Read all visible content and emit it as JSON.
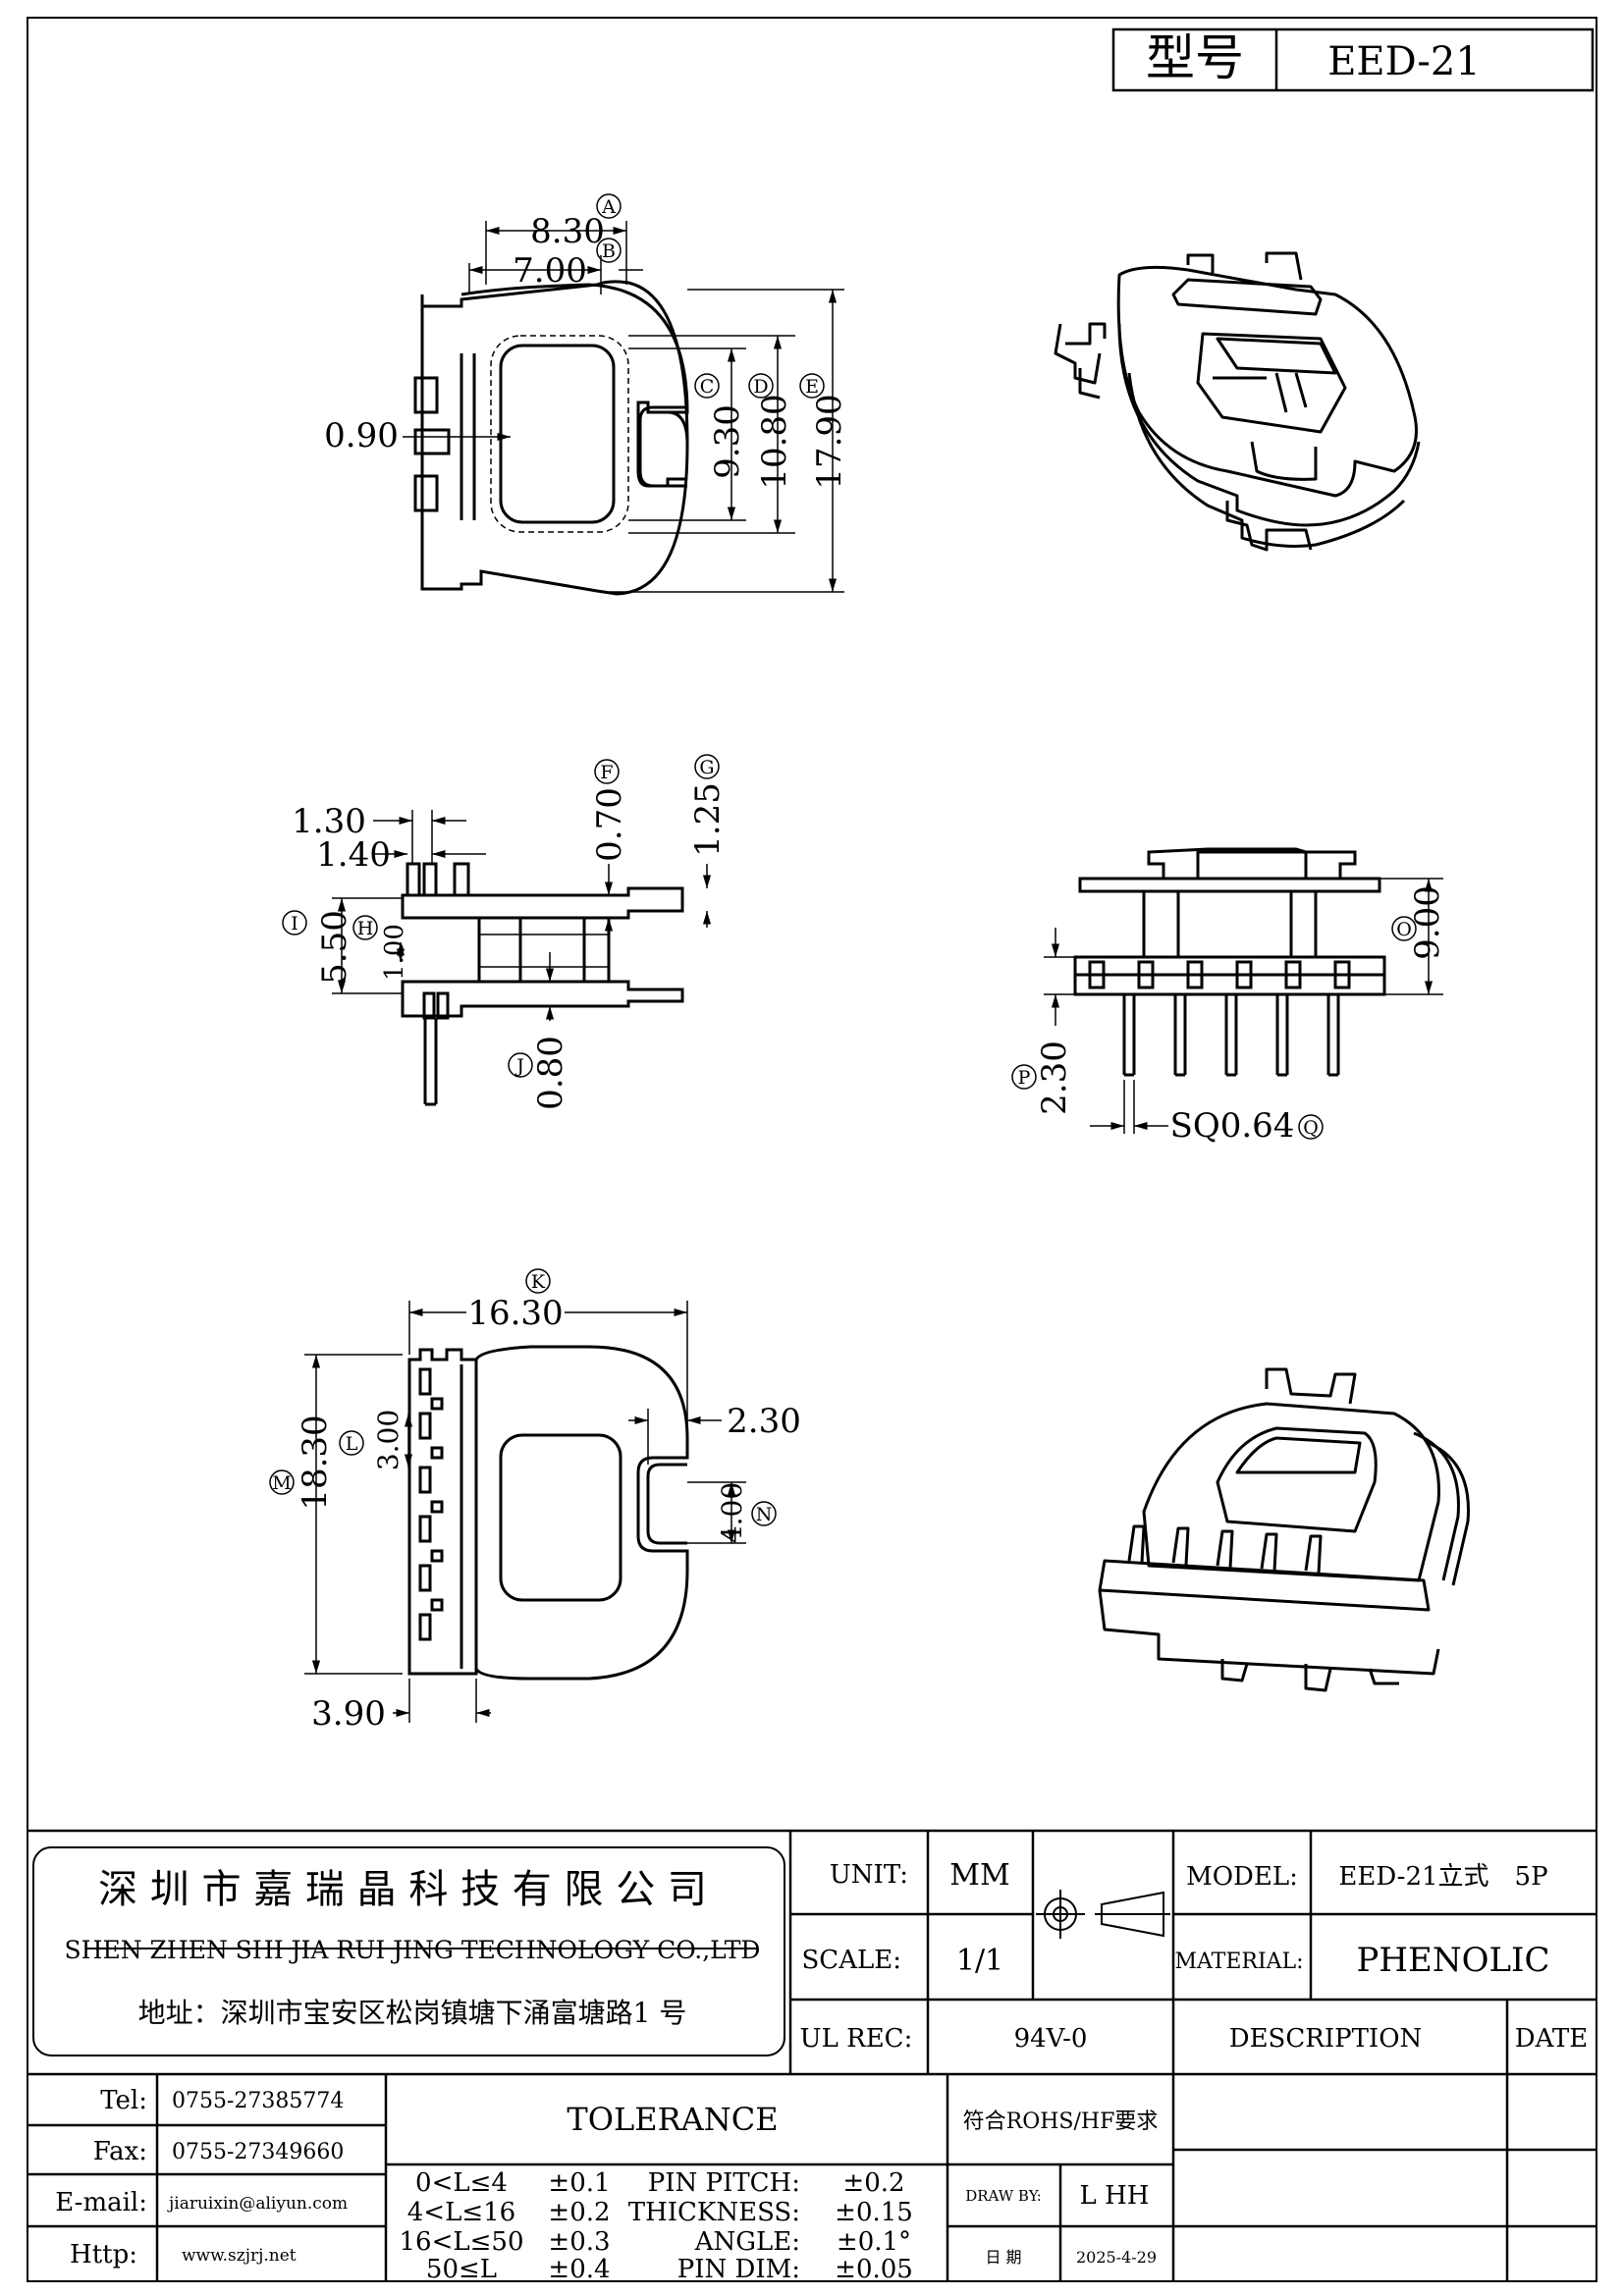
{
  "header": {
    "model_label": "型号",
    "model_value": "EED-21"
  },
  "top_view": {
    "dims": {
      "d830": "8.30",
      "d700": "7.00",
      "d090": "0.90",
      "d930": "9.30",
      "d1080": "10.80",
      "d1790": "17.90"
    },
    "labels": {
      "A": "A",
      "B": "B",
      "C": "C",
      "D": "D",
      "E": "E"
    }
  },
  "side_view": {
    "dims": {
      "d130": "1.30",
      "d140": "1.40",
      "d070": "0.70",
      "d125": "1.25",
      "d550": "5.50",
      "d100": "1.00",
      "d080": "0.80"
    },
    "labels": {
      "F": "F",
      "G": "G",
      "I": "I",
      "H": "H",
      "J": "J"
    }
  },
  "front_view": {
    "dims": {
      "d900": "9.00",
      "d230": "2.30",
      "sq": "SQ0.64"
    },
    "labels": {
      "O": "O",
      "P": "P",
      "Q": "Q"
    }
  },
  "bottom_view": {
    "dims": {
      "d1630": "16.30",
      "d230": "2.30",
      "d1830": "18.30",
      "d300": "3.00",
      "d400": "4.00",
      "d390": "3.90"
    },
    "labels": {
      "K": "K",
      "L": "L",
      "M": "M",
      "N": "N"
    }
  },
  "title_block": {
    "company_cn": "深 圳 市 嘉 瑞 晶 科 技 有 限 公 司",
    "company_en": "SHEN ZHEN SHI  JIA RUI JING  TECHNOLOGY CO.,LTD",
    "address": "地址：深圳市宝安区松岗镇塘下涌富塘路1 号",
    "unit_label": "UNIT:",
    "unit_value": "MM",
    "scale_label": "SCALE:",
    "scale_value": "1/1",
    "model_label": "MODEL:",
    "model_value": "EED-21立式　5P",
    "material_label": "MATERIAL:",
    "material_value": "PHENOLIC",
    "ul_label": "UL REC:",
    "ul_value": "94V-0",
    "description_label": "DESCRIPTION",
    "date_label": "DATE",
    "tel_label": "Tel:",
    "tel_value": "0755-27385774",
    "fax_label": "Fax:",
    "fax_value": "0755-27349660",
    "email_label": "E-mail:",
    "email_value": "jiaruixin@aliyun.com",
    "http_label": "Http:",
    "http_value": "www.szjrj.net",
    "tolerance_title": "TOLERANCE",
    "tol_ranges": [
      "0<L≤4",
      "4<L≤16",
      "16<L≤50",
      "50≤L"
    ],
    "tol_values": [
      "±0.1",
      "±0.2",
      "±0.3",
      "±0.4"
    ],
    "spec_labels": [
      "PIN PITCH:",
      "THICKNESS:",
      "ANGLE:",
      "PIN DIM:"
    ],
    "spec_values": [
      "±0.2",
      "±0.15",
      "±0.1°",
      "±0.05"
    ],
    "rohs": "符合ROHS/HF要求",
    "draw_by_label": "DRAW BY:",
    "draw_by_value": "L HH",
    "date_cn_label": "日 期",
    "date_value": "2025-4-29"
  }
}
